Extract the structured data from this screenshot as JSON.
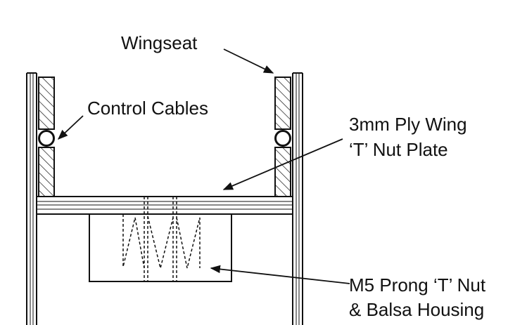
{
  "labels": {
    "wingseat": "Wingseat",
    "control_cables": "Control Cables",
    "nut_plate_line1": "3mm Ply Wing",
    "nut_plate_line2": "‘T’ Nut Plate",
    "prong_line1": "M5 Prong ‘T’ Nut",
    "prong_line2": "& Balsa Housing"
  },
  "colors": {
    "ink": "#111111",
    "background": "#ffffff"
  }
}
